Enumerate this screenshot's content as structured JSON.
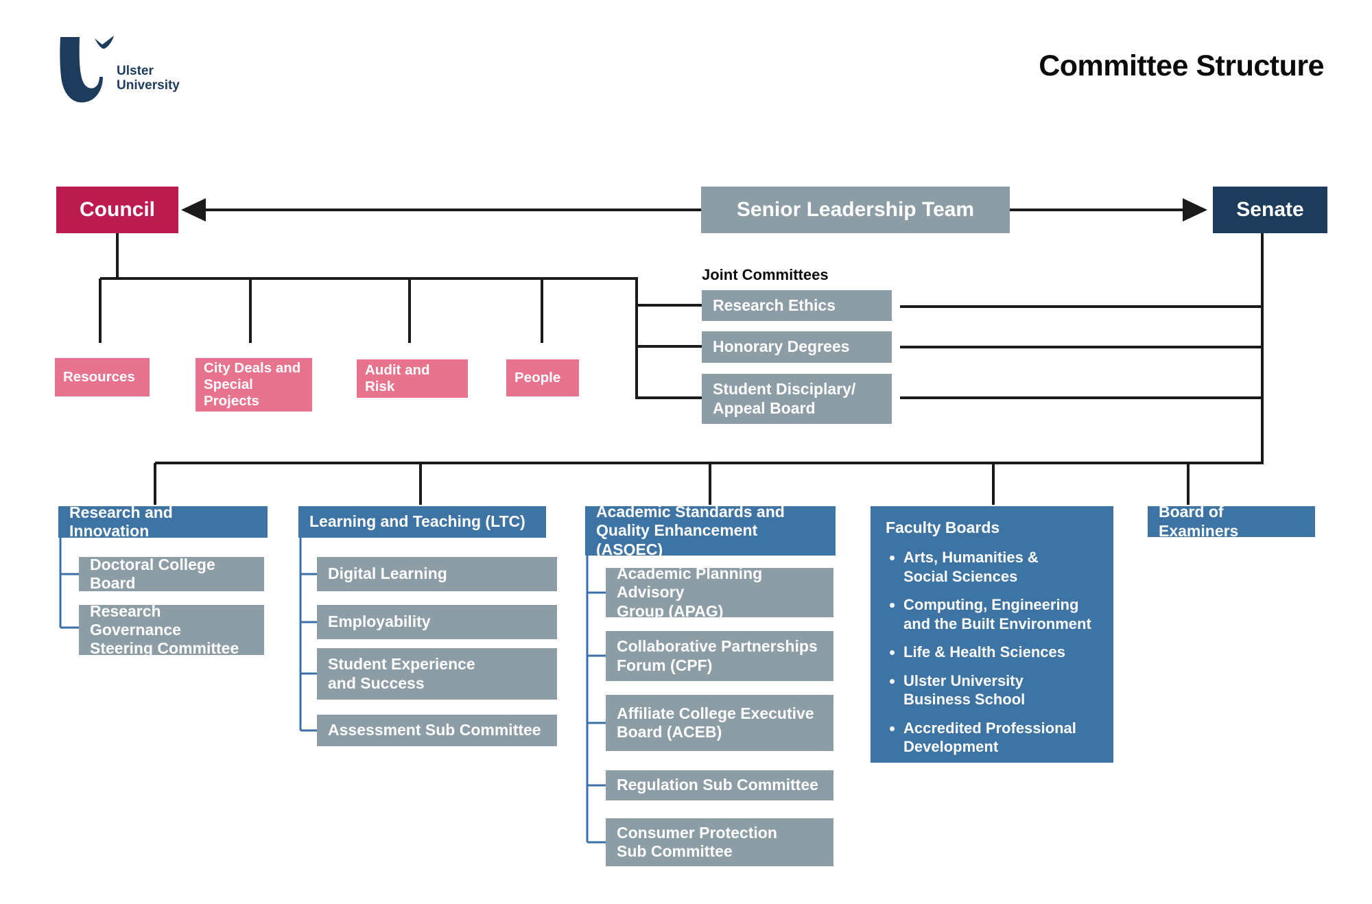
{
  "title": "Committee Structure",
  "logo": {
    "line1": "Ulster",
    "line2": "University"
  },
  "top_row": {
    "council": "Council",
    "slt": "Senior Leadership Team",
    "senate": "Senate"
  },
  "council_committees": [
    "Resources",
    "City Deals and\nSpecial Projects",
    "Audit and Risk",
    "People"
  ],
  "joint": {
    "heading": "Joint Committees",
    "items": [
      "Research Ethics",
      "Honorary Degrees",
      "Student Disciplary/\nAppeal Board"
    ]
  },
  "columns": [
    {
      "header": "Research and Innovation",
      "items": [
        "Doctoral College Board",
        "Research Governance\nSteering Committee"
      ]
    },
    {
      "header": "Learning and Teaching (LTC)",
      "items": [
        "Digital Learning",
        "Employability",
        "Student Experience\nand Success",
        "Assessment Sub Committee"
      ]
    },
    {
      "header": "Academic Standards and\nQuality Enhancement (ASQEC)",
      "items": [
        "Academic Planning Advisory\nGroup (APAG)",
        "Collaborative Partnerships\nForum (CPF)",
        "Affiliate College Executive\nBoard (ACEB)",
        "Regulation Sub Committee",
        "Consumer Protection\nSub Committee"
      ]
    }
  ],
  "faculty": {
    "header": "Faculty Boards",
    "items": [
      "Arts, Humanities &\nSocial Sciences",
      "Computing, Engineering\nand the Built Environment",
      "Life & Health Sciences",
      "Ulster University\nBusiness School",
      "Accredited Professional\nDevelopment"
    ]
  },
  "examiners": {
    "label": "Board of Examiners"
  },
  "colors": {
    "navy": "#1d3c5c",
    "red": "#bc1b4f",
    "pink": "#e8738f",
    "gray": "#8c9da6",
    "blue": "#3e74a3",
    "bracket": "#3a6fa8",
    "line": "#1a1a1a",
    "paper": "#ffffff"
  }
}
